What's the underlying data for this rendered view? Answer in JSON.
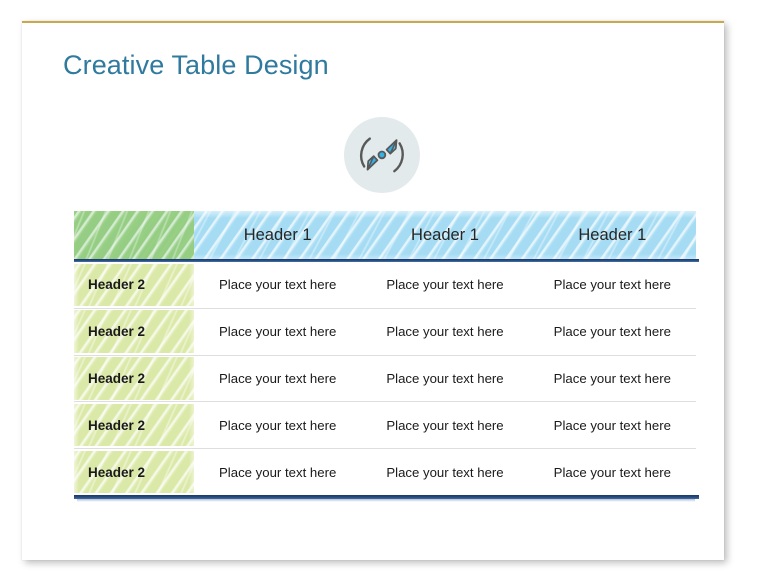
{
  "slide": {
    "title": "Creative Table Design",
    "title_color": "#2f7a9e",
    "accent_top_border": "#c9a94b"
  },
  "decoration": {
    "icon": "compass-navigation-icon",
    "icon_circle_color": "#e3eaeb",
    "icon_arrow_color": "#33b3e8",
    "icon_outline_color": "#595959"
  },
  "table": {
    "header_band_color": "#a5dcf4",
    "corner_cell_color": "#93cd7c",
    "row_label_color": "#dbe9a8",
    "rule_color": "#1b3864",
    "divider_color": "#dedede",
    "corner_label": "",
    "column_headers": [
      "Header 1",
      "Header 1",
      "Header 1"
    ],
    "rows": [
      {
        "label": "Header 2",
        "cells": [
          "Place your text here",
          "Place your text here",
          "Place your text here"
        ]
      },
      {
        "label": "Header 2",
        "cells": [
          "Place your text here",
          "Place your text here",
          "Place your text here"
        ]
      },
      {
        "label": "Header 2",
        "cells": [
          "Place your text here",
          "Place your text here",
          "Place your text here"
        ]
      },
      {
        "label": "Header 2",
        "cells": [
          "Place your text here",
          "Place your text here",
          "Place your text here"
        ]
      },
      {
        "label": "Header 2",
        "cells": [
          "Place your text here",
          "Place your text here",
          "Place your text here"
        ]
      }
    ]
  }
}
